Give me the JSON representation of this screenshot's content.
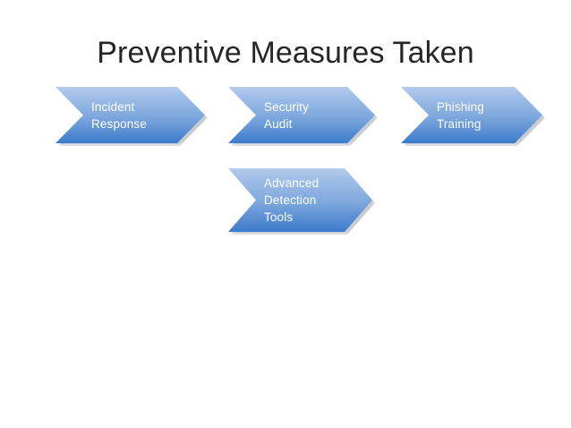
{
  "slide": {
    "title": "Preventive Measures Taken",
    "background_color": "#ffffff",
    "title_color": "#262626"
  },
  "theme": {
    "chevron_gradient_top": "#b6ccec",
    "chevron_gradient_bottom": "#3b7bcb",
    "chevron_text_color": "#ffffff"
  },
  "chevrons": {
    "row1": [
      {
        "id": "incident-response",
        "label": "Incident\nResponse"
      },
      {
        "id": "security-audit",
        "label": "Security\nAudit"
      },
      {
        "id": "phishing-training",
        "label": "Phishing\nTraining"
      }
    ],
    "row2": [
      {
        "id": "advanced-detection-tools",
        "label": "Advanced\nDetection\nTools"
      }
    ]
  }
}
